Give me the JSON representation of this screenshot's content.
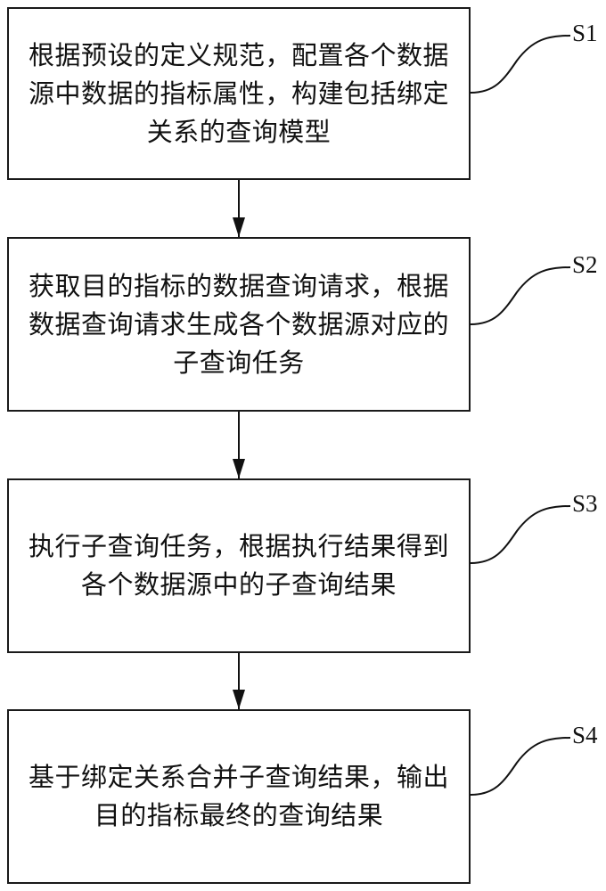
{
  "diagram": {
    "type": "flowchart",
    "direction": "top-to-bottom",
    "steps": [
      {
        "id": "S1",
        "label": "S1",
        "text": "根据预设的定义规范，配置各个数据源中数据的指标属性，构建包括绑定关系的查询模型"
      },
      {
        "id": "S2",
        "label": "S2",
        "text": "获取目的指标的数据查询请求，根据数据查询请求生成各个数据源对应的子查询任务"
      },
      {
        "id": "S3",
        "label": "S3",
        "text": "执行子查询任务，根据执行结果得到各个数据源中的子查询结果"
      },
      {
        "id": "S4",
        "label": "S4",
        "text": "基于绑定关系合并子查询结果，输出目的指标最终的查询结果"
      }
    ],
    "edges": [
      {
        "from": "S1",
        "to": "S2"
      },
      {
        "from": "S2",
        "to": "S3"
      },
      {
        "from": "S3",
        "to": "S4"
      }
    ],
    "colors": {
      "stroke": "#1a1a1a",
      "background": "#ffffff",
      "text": "#111111"
    }
  }
}
